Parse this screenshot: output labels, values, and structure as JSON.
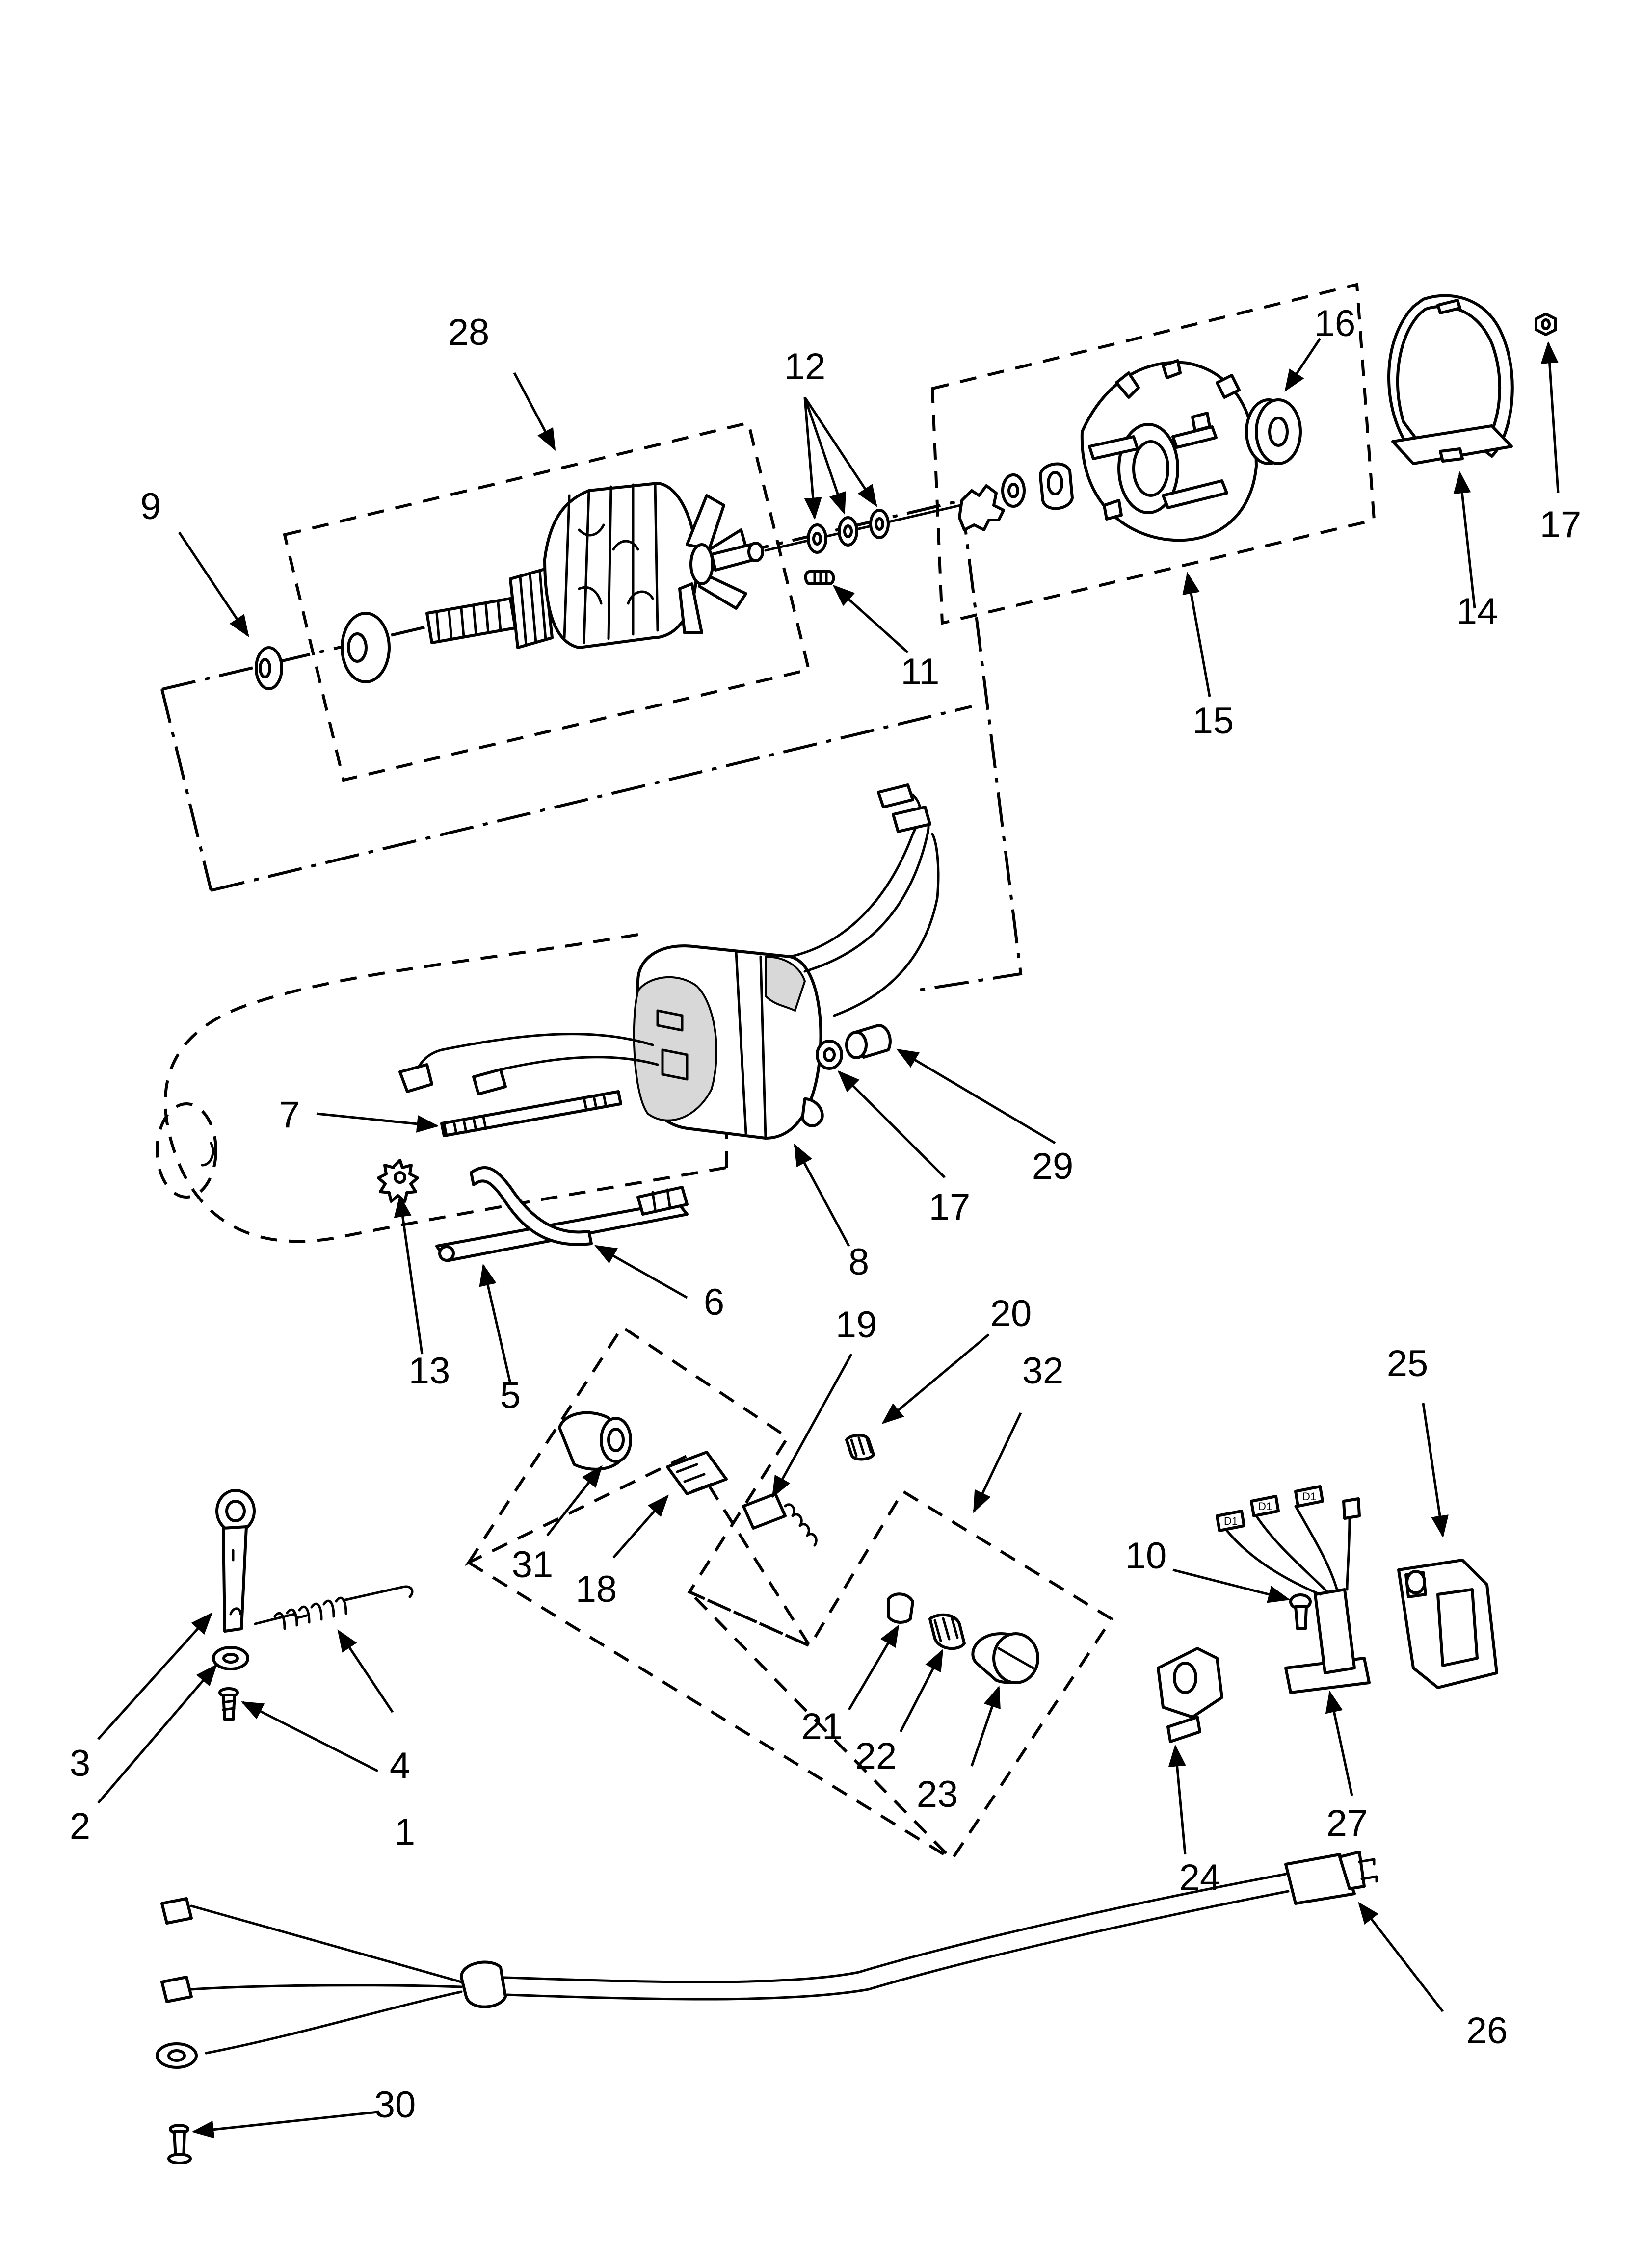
{
  "diagram": {
    "labels": {
      "p1": "1",
      "p2": "2",
      "p3": "3",
      "p4": "4",
      "p5": "5",
      "p6": "6",
      "p7": "7",
      "p8": "8",
      "p9": "9",
      "p10": "10",
      "p11": "11",
      "p12": "12",
      "p13": "13",
      "p14": "14",
      "p15": "15",
      "p16": "16",
      "p17a": "17",
      "p17b": "17",
      "p18": "18",
      "p19": "19",
      "p20": "20",
      "p21": "21",
      "p22": "22",
      "p23": "23",
      "p24": "24",
      "p25": "25",
      "p26": "26",
      "p27": "27",
      "p28": "28",
      "p29": "29",
      "p30": "30",
      "p31": "31",
      "p32": "32"
    },
    "terminal_marks": [
      "D1",
      "D1",
      "D1"
    ]
  }
}
